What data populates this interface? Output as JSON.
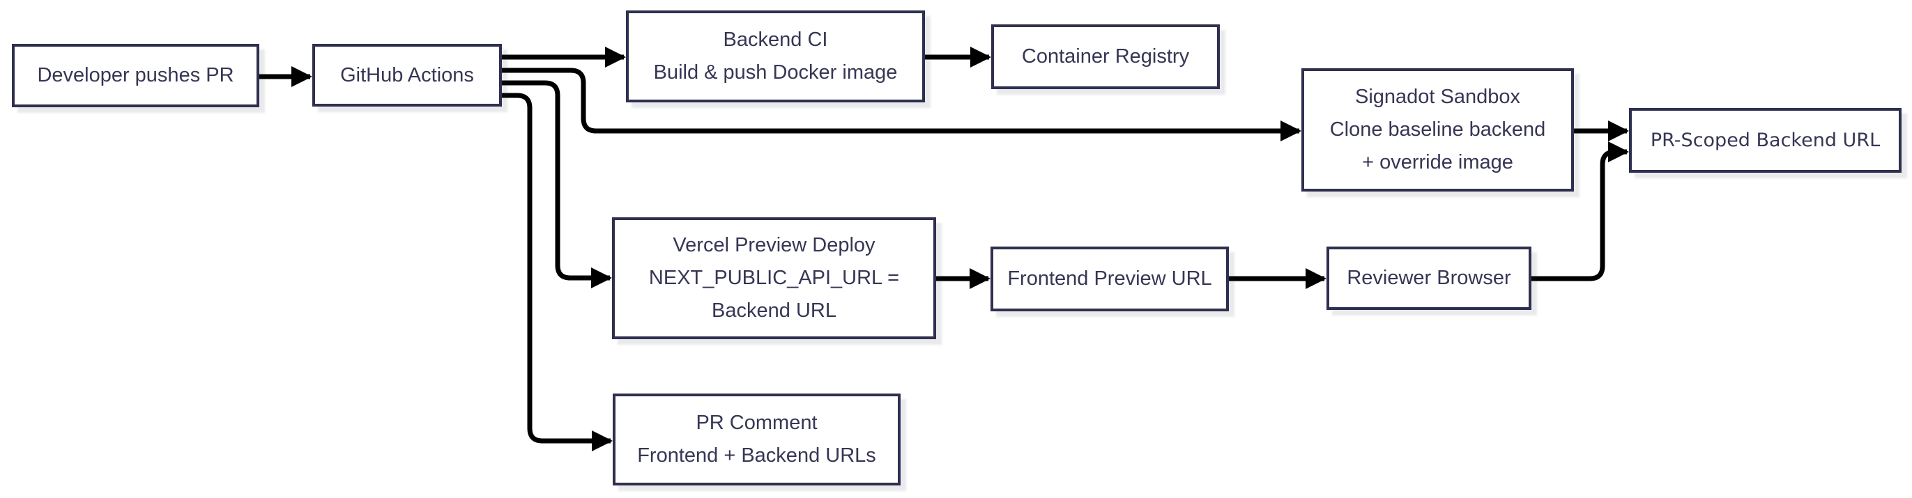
{
  "diagram": {
    "type": "flowchart",
    "direction": "left-to-right",
    "nodes": {
      "dev": {
        "lines": [
          "Developer pushes PR"
        ]
      },
      "gha": {
        "lines": [
          "GitHub Actions"
        ]
      },
      "backend_ci": {
        "lines": [
          "Backend CI",
          "Build & push Docker image"
        ]
      },
      "registry": {
        "lines": [
          "Container Registry"
        ]
      },
      "signadot": {
        "lines": [
          "Signadot Sandbox",
          "Clone baseline backend",
          "+ override image"
        ]
      },
      "pr_url": {
        "lines": [
          "PR-Scoped Backend URL"
        ]
      },
      "vercel": {
        "lines": [
          "Vercel Preview Deploy",
          "NEXT_PUBLIC_API_URL =",
          "Backend URL"
        ]
      },
      "fe_url": {
        "lines": [
          "Frontend Preview URL"
        ]
      },
      "reviewer": {
        "lines": [
          "Reviewer Browser"
        ]
      },
      "pr_comment": {
        "lines": [
          "PR Comment",
          "Frontend + Backend URLs"
        ]
      }
    },
    "edges": [
      {
        "from": "dev",
        "to": "gha"
      },
      {
        "from": "gha",
        "to": "backend_ci"
      },
      {
        "from": "backend_ci",
        "to": "registry"
      },
      {
        "from": "gha",
        "to": "signadot"
      },
      {
        "from": "gha",
        "to": "vercel"
      },
      {
        "from": "gha",
        "to": "pr_comment"
      },
      {
        "from": "signadot",
        "to": "pr_url"
      },
      {
        "from": "vercel",
        "to": "fe_url"
      },
      {
        "from": "fe_url",
        "to": "reviewer"
      },
      {
        "from": "reviewer",
        "to": "pr_url"
      }
    ],
    "colors": {
      "background": "#ffffff",
      "node_fill": "#ffffff",
      "node_border": "#2f2f4f",
      "node_text": "#363655",
      "edge": "#000000",
      "shadow": "#e9e9ee"
    }
  }
}
